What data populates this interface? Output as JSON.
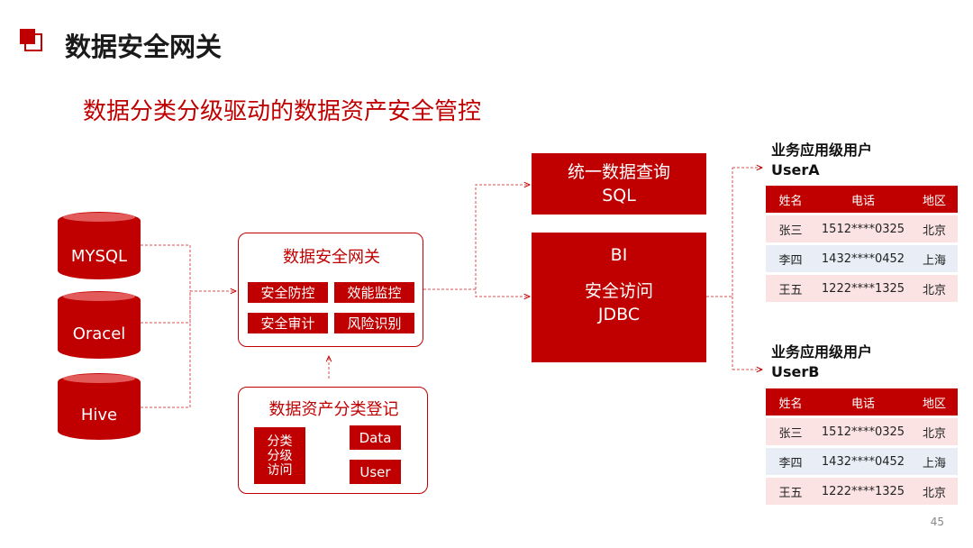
{
  "header": {
    "title": "数据安全网关"
  },
  "subtitle": "数据分类分级驱动的数据资产安全管控",
  "databases": [
    {
      "label": "MYSQL"
    },
    {
      "label": "Oracel"
    },
    {
      "label": "Hive"
    }
  ],
  "gateway": {
    "title": "数据安全网关",
    "modules": [
      "安全防控",
      "效能监控",
      "安全审计",
      "风险识别"
    ]
  },
  "registry": {
    "title": "数据资产分类登记",
    "left_box": "分类\n分级\n访问",
    "data_box": "Data",
    "user_box": "User"
  },
  "query_box": {
    "line1": "统一数据查询",
    "line2": "SQL"
  },
  "bi_box": {
    "line1": "BI",
    "line2": "安全访问",
    "line3": "JDBC"
  },
  "users": [
    {
      "label_line1": "业务应用级用户",
      "label_line2": "UserA",
      "table": {
        "headers": [
          "姓名",
          "电话",
          "地区"
        ],
        "rows": [
          [
            "张三",
            "1512****0325",
            "北京"
          ],
          [
            "李四",
            "1432****0452",
            "上海"
          ],
          [
            "王五",
            "1222****1325",
            "北京"
          ]
        ]
      }
    },
    {
      "label_line1": "业务应用级用户",
      "label_line2": "UserB",
      "table": {
        "headers": [
          "姓名",
          "电话",
          "地区"
        ],
        "rows": [
          [
            "张三",
            "1512****0325",
            "北京"
          ],
          [
            "李四",
            "1432****0452",
            "上海"
          ],
          [
            "王五",
            "1222****1325",
            "北京"
          ]
        ]
      }
    }
  ],
  "page_number": "45",
  "colors": {
    "accent": "#c00000",
    "row_pink": "#fbe3e3",
    "row_blue": "#e8edf6"
  }
}
